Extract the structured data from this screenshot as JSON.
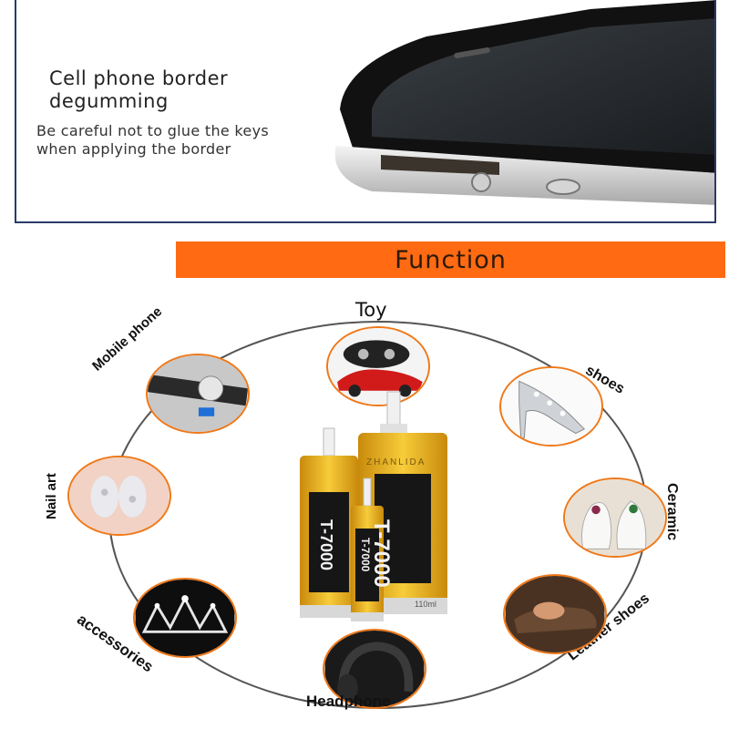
{
  "top": {
    "title": "Cell phone border degumming",
    "note": "Be careful not to glue the keys when applying the border"
  },
  "function_header": "Function",
  "categories": {
    "toy": "Toy",
    "shoes": "shoes",
    "ceramic": "Ceramic",
    "leather_shoes": "Leather shoes",
    "headphone": "Headphone",
    "accessories": "accessories",
    "nail_art": "Nail art",
    "mobile_phone": "Mobile phone"
  },
  "product": {
    "large_label": "T-7000",
    "small_label": "T-7000",
    "brand": "ZHANLIDA",
    "volume": "110ml"
  },
  "colors": {
    "accent_orange": "#ff6a12",
    "circle_border": "#f07818",
    "frame_navy": "#2a3a6a",
    "tube_gold": "#f2b41c"
  }
}
